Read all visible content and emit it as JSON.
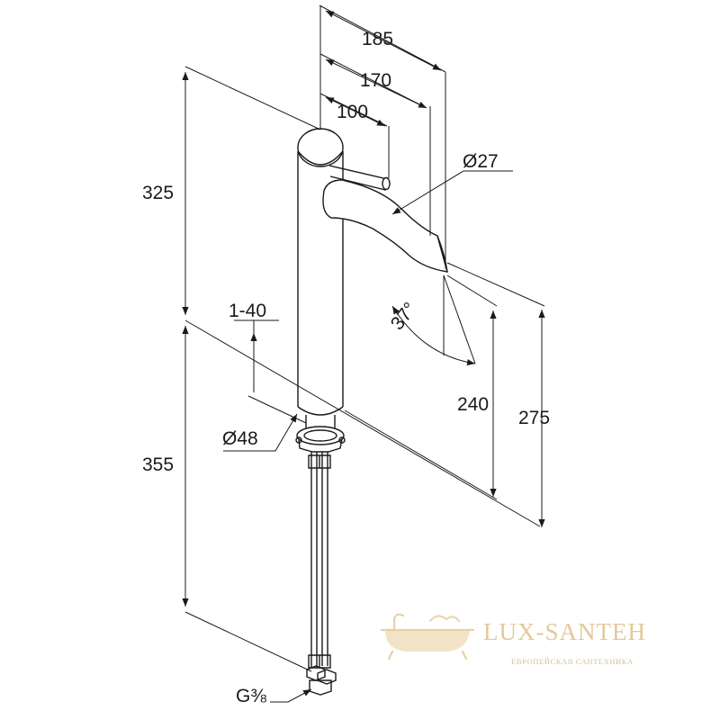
{
  "dimensions": {
    "width_185": "185",
    "width_170": "170",
    "width_100": "100",
    "spout_diameter": "Ø27",
    "height_325": "325",
    "range_1_40": "1-40",
    "base_diameter": "Ø48",
    "height_355": "355",
    "spout_height_240": "240",
    "height_275": "275",
    "angle": "37°",
    "connection_thread": "G⅜"
  },
  "watermark": {
    "brand": "LUX-SANTEH",
    "tagline": "ЕВРОПЕЙСКАЯ САНТЕХНИКА"
  },
  "colors": {
    "line": "#1a1a1a",
    "watermark": "#e3c89a"
  }
}
